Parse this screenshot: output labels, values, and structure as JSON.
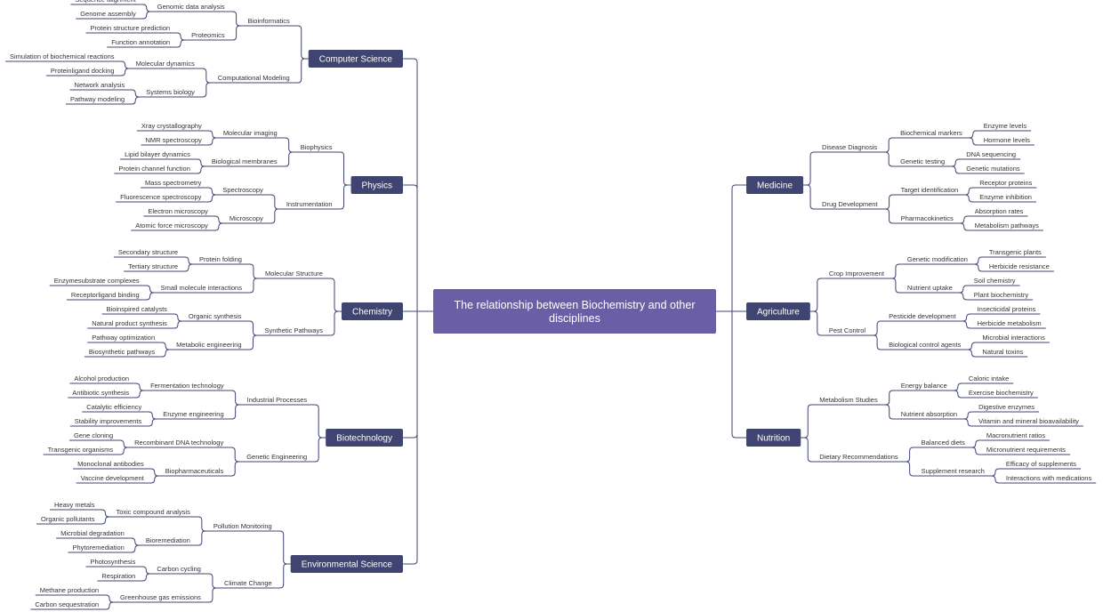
{
  "root": "The relationship between Biochemistry and other disciplines",
  "branches": [
    {
      "label": "Computer Science",
      "children": [
        {
          "label": "Bioinformatics",
          "children": [
            {
              "label": "Genomic data analysis",
              "children": [
                "Sequence alignment",
                "Genome assembly"
              ]
            },
            {
              "label": "Proteomics",
              "children": [
                "Protein structure prediction",
                "Function annotation"
              ]
            }
          ]
        },
        {
          "label": "Computational Modeling",
          "children": [
            {
              "label": "Molecular dynamics",
              "children": [
                "Simulation of biochemical reactions",
                "Proteinligand docking"
              ]
            },
            {
              "label": "Systems biology",
              "children": [
                "Network analysis",
                "Pathway modeling"
              ]
            }
          ]
        }
      ]
    },
    {
      "label": "Physics",
      "children": [
        {
          "label": "Biophysics",
          "children": [
            {
              "label": "Molecular imaging",
              "children": [
                "Xray crystallography",
                "NMR spectroscopy"
              ]
            },
            {
              "label": "Biological membranes",
              "children": [
                "Lipid bilayer dynamics",
                "Protein channel function"
              ]
            }
          ]
        },
        {
          "label": "Instrumentation",
          "children": [
            {
              "label": "Spectroscopy",
              "children": [
                "Mass spectrometry",
                "Fluorescence spectroscopy"
              ]
            },
            {
              "label": "Microscopy",
              "children": [
                "Electron microscopy",
                "Atomic force microscopy"
              ]
            }
          ]
        }
      ]
    },
    {
      "label": "Chemistry",
      "children": [
        {
          "label": "Molecular Structure",
          "children": [
            {
              "label": "Protein folding",
              "children": [
                "Secondary structure",
                "Tertiary structure"
              ]
            },
            {
              "label": "Small molecule interactions",
              "children": [
                "Enzymesubstrate complexes",
                "Receptorligand binding"
              ]
            }
          ]
        },
        {
          "label": "Synthetic Pathways",
          "children": [
            {
              "label": "Organic synthesis",
              "children": [
                "Bioinspired catalysts",
                "Natural product synthesis"
              ]
            },
            {
              "label": "Metabolic engineering",
              "children": [
                "Pathway optimization",
                "Biosynthetic pathways"
              ]
            }
          ]
        }
      ]
    },
    {
      "label": "Biotechnology",
      "children": [
        {
          "label": "Industrial Processes",
          "children": [
            {
              "label": "Fermentation technology",
              "children": [
                "Alcohol production",
                "Antibiotic synthesis"
              ]
            },
            {
              "label": "Enzyme engineering",
              "children": [
                "Catalytic efficiency",
                "Stability improvements"
              ]
            }
          ]
        },
        {
          "label": "Genetic Engineering",
          "children": [
            {
              "label": "Recombinant DNA technology",
              "children": [
                "Gene cloning",
                "Transgenic organisms"
              ]
            },
            {
              "label": "Biopharmaceuticals",
              "children": [
                "Monoclonal antibodies",
                "Vaccine development"
              ]
            }
          ]
        }
      ]
    },
    {
      "label": "Environmental Science",
      "children": [
        {
          "label": "Pollution Monitoring",
          "children": [
            {
              "label": "Toxic compound analysis",
              "children": [
                "Heavy metals",
                "Organic pollutants"
              ]
            },
            {
              "label": "Bioremediation",
              "children": [
                "Microbial degradation",
                "Phytoremediation"
              ]
            }
          ]
        },
        {
          "label": "Climate Change",
          "children": [
            {
              "label": "Carbon cycling",
              "children": [
                "Photosynthesis",
                "Respiration"
              ]
            },
            {
              "label": "Greenhouse gas emissions",
              "children": [
                "Methane production",
                "Carbon sequestration"
              ]
            }
          ]
        }
      ]
    },
    {
      "label": "Medicine",
      "children": [
        {
          "label": "Disease Diagnosis",
          "children": [
            {
              "label": "Biochemical markers",
              "children": [
                "Enzyme levels",
                "Hormone levels"
              ]
            },
            {
              "label": "Genetic testing",
              "children": [
                "DNA sequencing",
                "Genetic mutations"
              ]
            }
          ]
        },
        {
          "label": "Drug Development",
          "children": [
            {
              "label": "Target identification",
              "children": [
                "Receptor proteins",
                "Enzyme inhibition"
              ]
            },
            {
              "label": "Pharmacokinetics",
              "children": [
                "Absorption rates",
                "Metabolism pathways"
              ]
            }
          ]
        }
      ]
    },
    {
      "label": "Agriculture",
      "children": [
        {
          "label": "Crop Improvement",
          "children": [
            {
              "label": "Genetic modification",
              "children": [
                "Transgenic plants",
                "Herbicide resistance"
              ]
            },
            {
              "label": "Nutrient uptake",
              "children": [
                "Soil chemistry",
                "Plant biochemistry"
              ]
            }
          ]
        },
        {
          "label": "Pest Control",
          "children": [
            {
              "label": "Pesticide development",
              "children": [
                "Insecticidal proteins",
                "Herbicide metabolism"
              ]
            },
            {
              "label": "Biological control agents",
              "children": [
                "Microbial interactions",
                "Natural toxins"
              ]
            }
          ]
        }
      ]
    },
    {
      "label": "Nutrition",
      "children": [
        {
          "label": "Metabolism Studies",
          "children": [
            {
              "label": "Energy balance",
              "children": [
                "Caloric intake",
                "Exercise biochemistry"
              ]
            },
            {
              "label": "Nutrient absorption",
              "children": [
                "Digestive enzymes",
                "Vitamin and mineral bioavailability"
              ]
            }
          ]
        },
        {
          "label": "Dietary Recommendations",
          "children": [
            {
              "label": "Balanced diets",
              "children": [
                "Macronutrient ratios",
                "Micronutrient requirements"
              ]
            },
            {
              "label": "Supplement research",
              "children": [
                "Efficacy of supplements",
                "Interactions with medications"
              ]
            }
          ]
        }
      ]
    }
  ],
  "colors": {
    "root_fill": "#6a5fa6",
    "branch_fill": "#3f4470",
    "line": "#3f4470",
    "text": "#333333",
    "node_text": "#ffffff",
    "background": "#ffffff"
  }
}
